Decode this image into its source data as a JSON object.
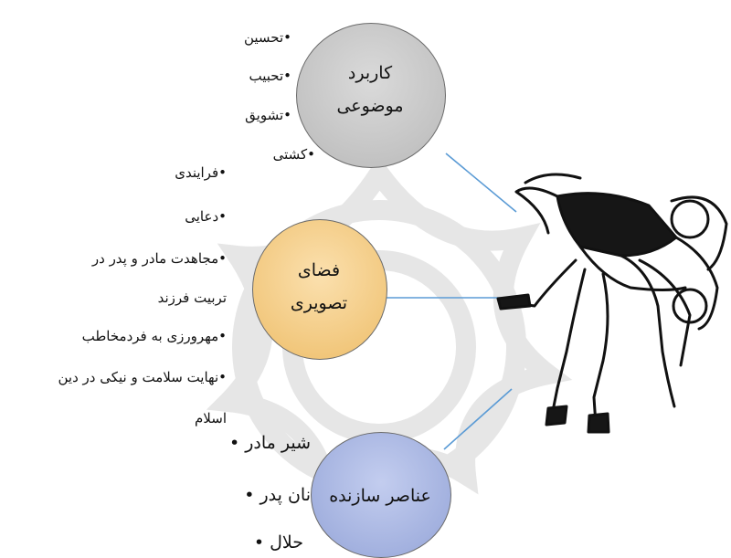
{
  "circles": {
    "top": {
      "label_line1": "کاربرد",
      "label_line2": "موضوعی",
      "color": "#cccccc"
    },
    "middle": {
      "label_line1": "فضای",
      "label_line2": "تصویری",
      "color": "#f2cc8a"
    },
    "bottom": {
      "label": "عناصر سازنده",
      "color": "#a9b8e2"
    }
  },
  "bullet_glyph": "•",
  "top_items": [
    "تحسین",
    "تحبیب",
    "تشویق",
    "کشتی"
  ],
  "middle_items": [
    "فرایندی",
    "دعایی",
    "مجاهدت مادر و پدر در",
    "تربیت فرزند",
    "مهرورزی به فردمخاطب",
    "نهایت سلامت و نیکی در دین",
    "اسلام"
  ],
  "bottom_items": [
    "شیر مادر",
    "نان پدر",
    "حلال"
  ],
  "colors": {
    "connector": "#5b9bd5",
    "watermark": "#d8d8d8"
  },
  "icons": {
    "illustration": "wrestlers-illustration"
  }
}
